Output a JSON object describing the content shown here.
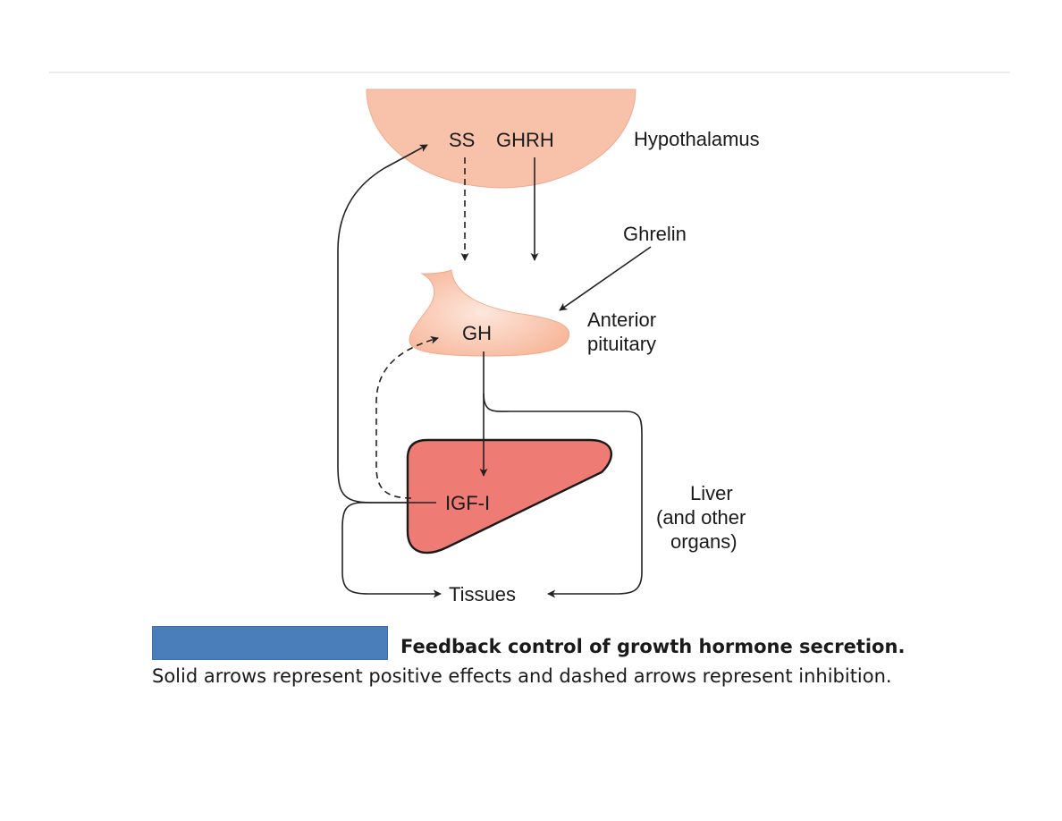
{
  "diagram": {
    "hypothalamus_label": "Hypothalamus",
    "ss_label": "SS",
    "ghrh_label": "GHRH",
    "ghrelin_label": "Ghrelin",
    "anterior_pituitary_label_line1": "Anterior",
    "anterior_pituitary_label_line2": "pituitary",
    "gh_label": "GH",
    "igf_label": "IGF-I",
    "liver_label_line1": "Liver",
    "liver_label_line2": "(and other",
    "liver_label_line3": "organs)",
    "tissues_label": "Tissues",
    "colors": {
      "hypothalamus_fill": "#f8c2aa",
      "pituitary_fill": "#f9c7b0",
      "liver_fill": "#ee7b74",
      "redaction_box": "#4a7ebb"
    }
  },
  "caption": {
    "title": "Feedback control of growth hormone secretion.",
    "body": "Solid arrows represent positive effects and dashed arrows represent inhibition."
  }
}
